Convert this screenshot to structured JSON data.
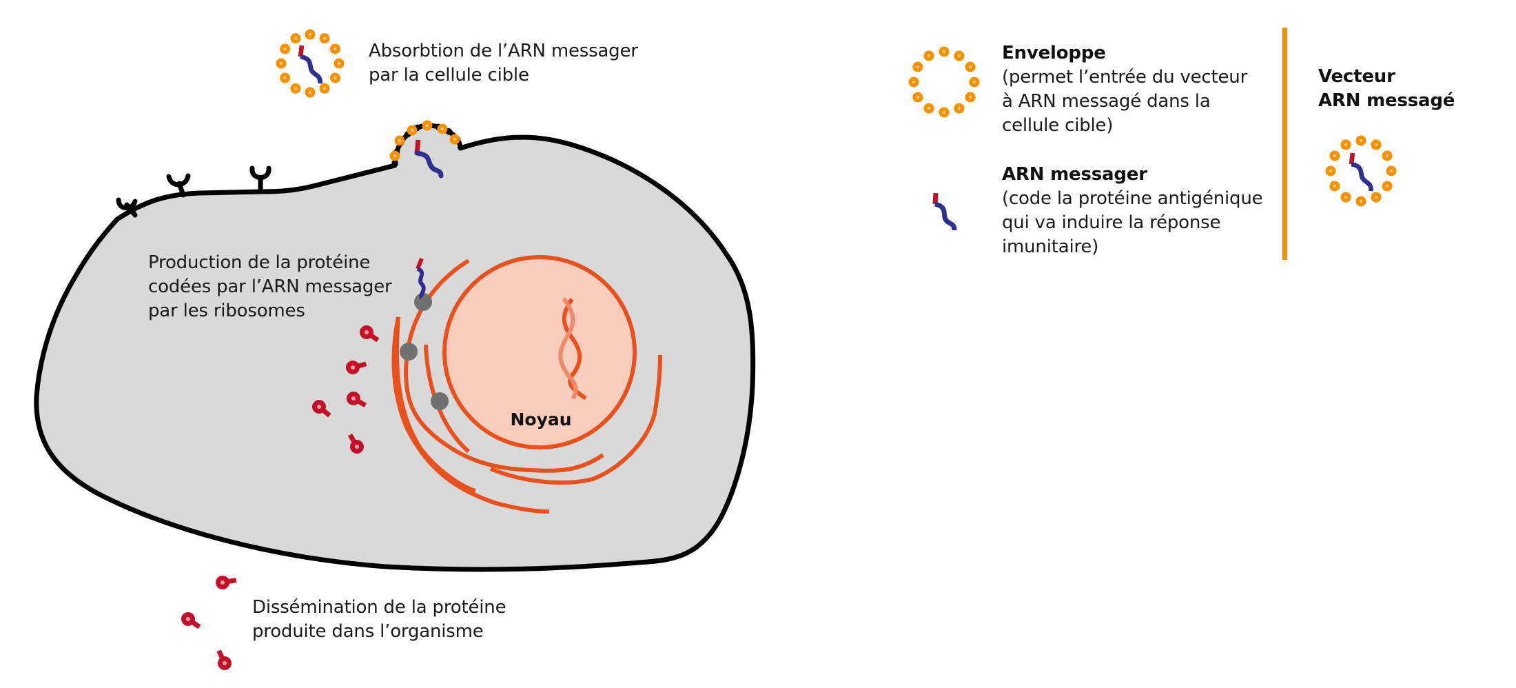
{
  "colors": {
    "cell_fill": "#D9D9D9",
    "cell_stroke": "#000000",
    "envelope_orange": "#F39200",
    "rna_red": "#C3112A",
    "rna_navy": "#2E2F8E",
    "nucleus_fill": "#F9CDBE",
    "organelle_orange": "#E8501E",
    "dna_light": "#EE8A6A",
    "ribosome_gray": "#707070",
    "protein_red": "#C3112A",
    "divider_orange": "#F39200"
  },
  "annotations": {
    "absorption": {
      "lines": [
        "Absorbtion de l’ARN messager",
        "par la cellule cible"
      ]
    },
    "production": {
      "lines": [
        "Production de la protéine",
        "codées par l’ARN messager",
        "par les ribosomes"
      ]
    },
    "dissemination": {
      "lines": [
        "Dissémination de la protéine",
        "produite dans l’organisme"
      ]
    },
    "nucleus_label": "Noyau"
  },
  "legend": {
    "envelope": {
      "title": "Enveloppe",
      "lines": [
        "(permet l’entrée du vecteur",
        "à ARN messagé dans la",
        "cellule cible)"
      ],
      "icon": "lipid-envelope-icon"
    },
    "mrna": {
      "title": "ARN messager",
      "lines": [
        "(code la protéine antigénique",
        "qui va induire la réponse",
        "imunitaire)"
      ],
      "icon": "mrna-strand-icon"
    },
    "vector": {
      "title_lines": [
        "Vecteur",
        "ARN messagé"
      ],
      "icon": "mrna-vector-icon"
    }
  }
}
